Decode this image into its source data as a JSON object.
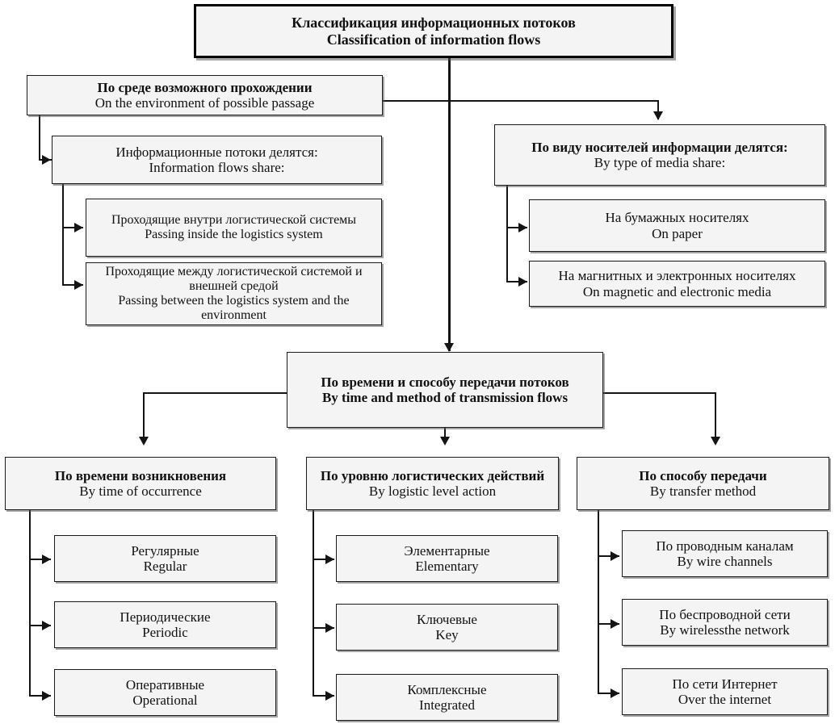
{
  "diagram": {
    "title": {
      "ru": "Классификация информационных потоков",
      "en": "Classification of information flows"
    },
    "branch_environment": {
      "header": {
        "ru": "По среде возможного прохождении",
        "en": "On the environment of possible passage"
      },
      "intermediate": {
        "ru": "Информационные потоки делятся:",
        "en": "Information flows share:"
      },
      "children": [
        {
          "ru": "Проходящие внутри логистической системы",
          "en": "Passing inside the logistics system"
        },
        {
          "ru": "Проходящие между логистической системой и внешней средой",
          "en": "Passing between the logistics system and the environment"
        }
      ]
    },
    "branch_media": {
      "header": {
        "ru": "По виду носителей информации делятся:",
        "en": "By type of media share:"
      },
      "children": [
        {
          "ru": "На бумажных носителях",
          "en": "On paper"
        },
        {
          "ru": "На магнитных и электронных носителях",
          "en": "On magnetic and electronic media"
        }
      ]
    },
    "branch_transmission": {
      "header": {
        "ru": "По времени и способу передачи потоков",
        "en": "By time and method of transmission flows"
      },
      "columns": [
        {
          "header": {
            "ru": "По времени возникновения",
            "en": "By time of occurrence"
          },
          "items": [
            {
              "ru": "Регулярные",
              "en": "Regular"
            },
            {
              "ru": "Периодические",
              "en": "Periodic"
            },
            {
              "ru": "Оперативные",
              "en": "Operational"
            }
          ]
        },
        {
          "header": {
            "ru": "По уровню логистических действий",
            "en": "By logistic level action"
          },
          "items": [
            {
              "ru": "Элементарные",
              "en": "Elementary"
            },
            {
              "ru": "Ключевые",
              "en": "Key"
            },
            {
              "ru": "Комплексные",
              "en": "Integrated"
            }
          ]
        },
        {
          "header": {
            "ru": "По способу передачи",
            "en": "By transfer method"
          },
          "items": [
            {
              "ru": "По проводным каналам",
              "en": "By wire channels"
            },
            {
              "ru": "По беспроводной сети",
              "en": "By wirelessthe network"
            },
            {
              "ru": "По сети Интернет",
              "en": "Over the internet"
            }
          ]
        }
      ]
    },
    "colors": {
      "box_fill": "#f4f4f4",
      "box_border": "#1a1a1a",
      "connector": "#141414",
      "text": "#101010",
      "background": "#ffffff"
    }
  }
}
